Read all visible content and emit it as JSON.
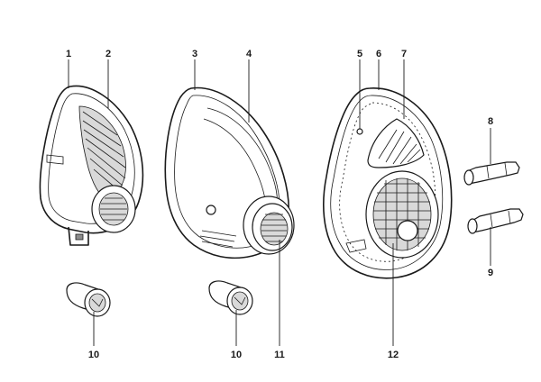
{
  "callouts": [
    {
      "id": "c1",
      "label": "1"
    },
    {
      "id": "c2",
      "label": "2"
    },
    {
      "id": "c3",
      "label": "3"
    },
    {
      "id": "c4",
      "label": "4"
    },
    {
      "id": "c5",
      "label": "5"
    },
    {
      "id": "c6",
      "label": "6"
    },
    {
      "id": "c7",
      "label": "7"
    },
    {
      "id": "c8",
      "label": "8"
    },
    {
      "id": "c9",
      "label": "9"
    },
    {
      "id": "c10a",
      "label": "10"
    },
    {
      "id": "c10b",
      "label": "10"
    },
    {
      "id": "c11",
      "label": "11"
    },
    {
      "id": "c12",
      "label": "12"
    }
  ]
}
